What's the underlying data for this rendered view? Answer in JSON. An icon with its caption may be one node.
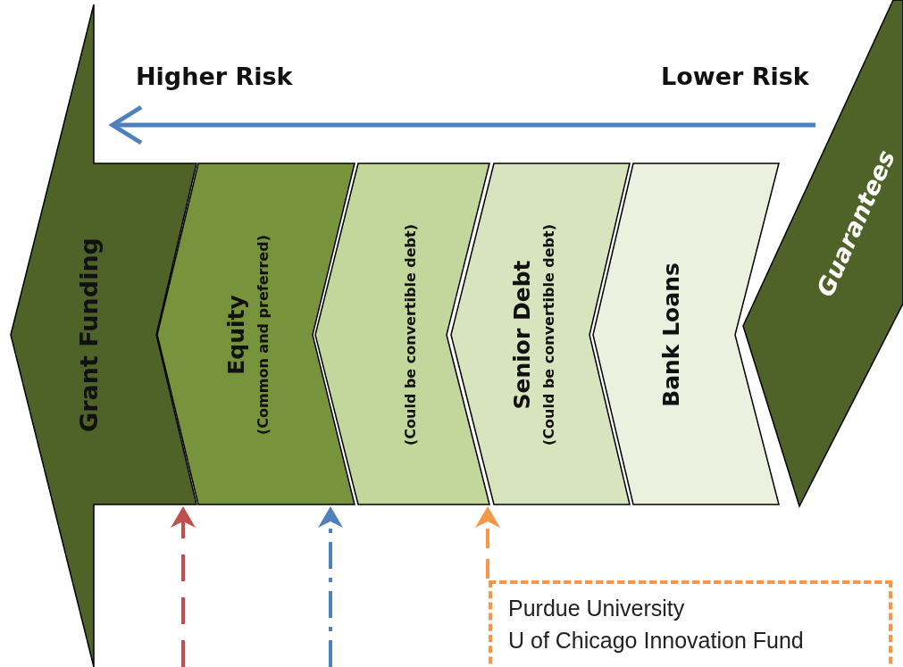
{
  "diagram": {
    "nodes": [
      {
        "text": [
          "Grant Funding"
        ]
      },
      {
        "text": [
          "Equity",
          "(Common and preferred)"
        ]
      },
      {
        "text": [
          "(Could be convertible debt)"
        ]
      },
      {
        "text": [
          "Senior Debt",
          "(Could be convertible debt)"
        ]
      },
      {
        "text": [
          "Bank Loans"
        ]
      },
      {
        "text": [
          "Guarantees"
        ]
      },
      {
        "text": [
          "Purdue University",
          "U of Chicago Innovation Fund"
        ]
      }
    ],
    "edges": [
      {
        "from": null,
        "to": 0,
        "arrow": "to",
        "style": "dashed",
        "color": "#c0504d"
      },
      {
        "from": null,
        "to": 1,
        "arrow": "to",
        "style": "dashed",
        "color": "#4f81bd"
      },
      {
        "from": 6,
        "to": 2,
        "arrow": "to",
        "style": "dashed",
        "color": "#f79646"
      }
    ],
    "labels": [
      "Higher Risk",
      "Lower Risk"
    ]
  }
}
